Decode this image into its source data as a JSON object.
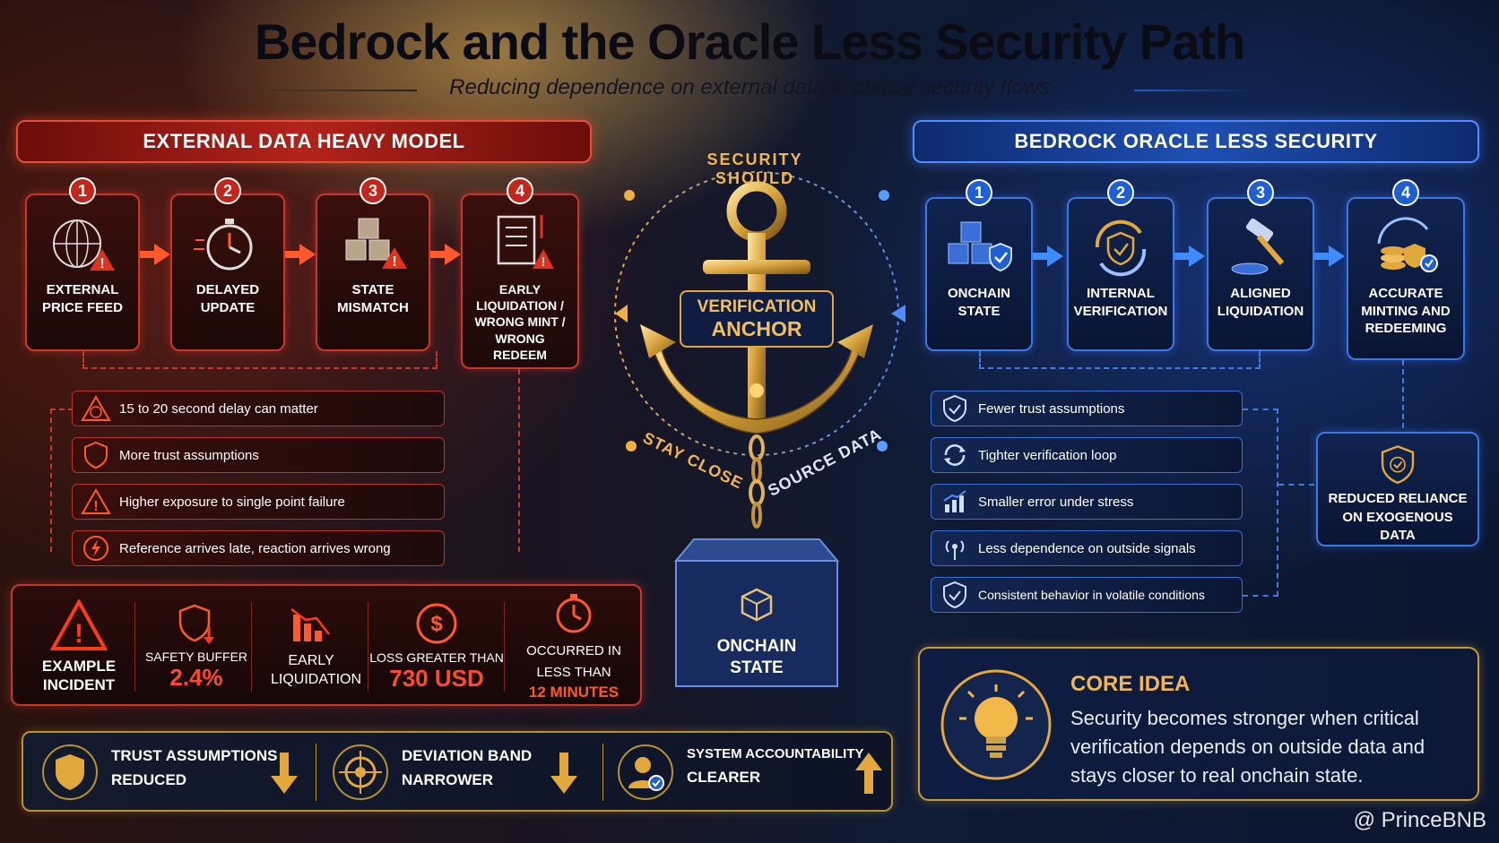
{
  "header": {
    "title": "Bedrock and the Oracle Less Security Path",
    "subtitle": "Reducing dependence on external data in critical security flows"
  },
  "left": {
    "heading": "EXTERNAL DATA HEAVY MODEL",
    "steps": [
      {
        "num": "1",
        "label": "EXTERNAL PRICE FEED",
        "icon": "globe-network-warning-icon"
      },
      {
        "num": "2",
        "label": "DELAYED UPDATE",
        "icon": "stopwatch-icon"
      },
      {
        "num": "3",
        "label": "STATE MISMATCH",
        "icon": "cubes-warning-icon"
      },
      {
        "num": "4",
        "label": "EARLY LIQUIDATION / WRONG MINT / WRONG REDEEM",
        "icon": "document-warning-icon"
      }
    ],
    "issues": [
      {
        "text": "15 to 20 second delay can matter",
        "icon": "warning-clock-icon"
      },
      {
        "text": "More trust assumptions",
        "icon": "shield-icon"
      },
      {
        "text": "Higher exposure to single point failure",
        "icon": "warning-icon"
      },
      {
        "text": "Reference arrives late, reaction arrives wrong",
        "icon": "no-lightning-icon"
      }
    ]
  },
  "incident": {
    "label": "EXAMPLE INCIDENT",
    "items": [
      {
        "label": "SAFETY BUFFER",
        "value": "2.4%"
      },
      {
        "label": "EARLY LIQUIDATION",
        "value": ""
      },
      {
        "label": "LOSS GREATER THAN",
        "value": "730 USD"
      },
      {
        "label": "OCCURRED IN LESS THAN",
        "value": "12 MINUTES"
      }
    ]
  },
  "center": {
    "arc_top": "SECURITY SHOULD",
    "arc_bottom_left": "STAY CLOSE",
    "arc_bottom_right": "SOURCE DATA",
    "anchor_label_1": "VERIFICATION",
    "anchor_label_2": "ANCHOR",
    "block_label_1": "ONCHAIN",
    "block_label_2": "STATE"
  },
  "right": {
    "heading": "BEDROCK ORACLE LESS SECURITY",
    "steps": [
      {
        "num": "1",
        "label": "ONCHAIN STATE",
        "icon": "cubes-shield-icon"
      },
      {
        "num": "2",
        "label": "INTERNAL VERIFICATION",
        "icon": "shield-cycle-icon"
      },
      {
        "num": "3",
        "label": "ALIGNED LIQUIDATION",
        "icon": "gavel-icon"
      },
      {
        "num": "4",
        "label": "ACCURATE MINTING AND REDEEMING",
        "icon": "coins-check-icon"
      }
    ],
    "benefits": [
      {
        "text": "Fewer trust assumptions",
        "icon": "shield-check-icon"
      },
      {
        "text": "Tighter verification loop",
        "icon": "cycle-icon"
      },
      {
        "text": "Smaller error under stress",
        "icon": "chart-up-icon"
      },
      {
        "text": "Less dependence on outside signals",
        "icon": "signal-icon"
      },
      {
        "text": "Consistent behavior in volatile conditions",
        "icon": "shield-check-icon"
      }
    ],
    "reduced": "REDUCED RELIANCE ON EXOGENOUS DATA"
  },
  "bottom": [
    {
      "line1": "TRUST ASSUMPTIONS",
      "line2": "REDUCED",
      "direction": "down"
    },
    {
      "line1": "DEVIATION BAND",
      "line2": "NARROWER",
      "direction": "down"
    },
    {
      "line1": "SYSTEM ACCOUNTABILITY",
      "line2": "CLEARER",
      "direction": "up"
    }
  ],
  "core": {
    "heading": "CORE IDEA",
    "text": "Security becomes stronger when critical verification depends on outside data and stays closer to real onchain state."
  },
  "watermark": "@ PrinceBNB",
  "colors": {
    "red": "#c4261c",
    "blue": "#1f5fd6",
    "gold": "#e2a93a"
  }
}
